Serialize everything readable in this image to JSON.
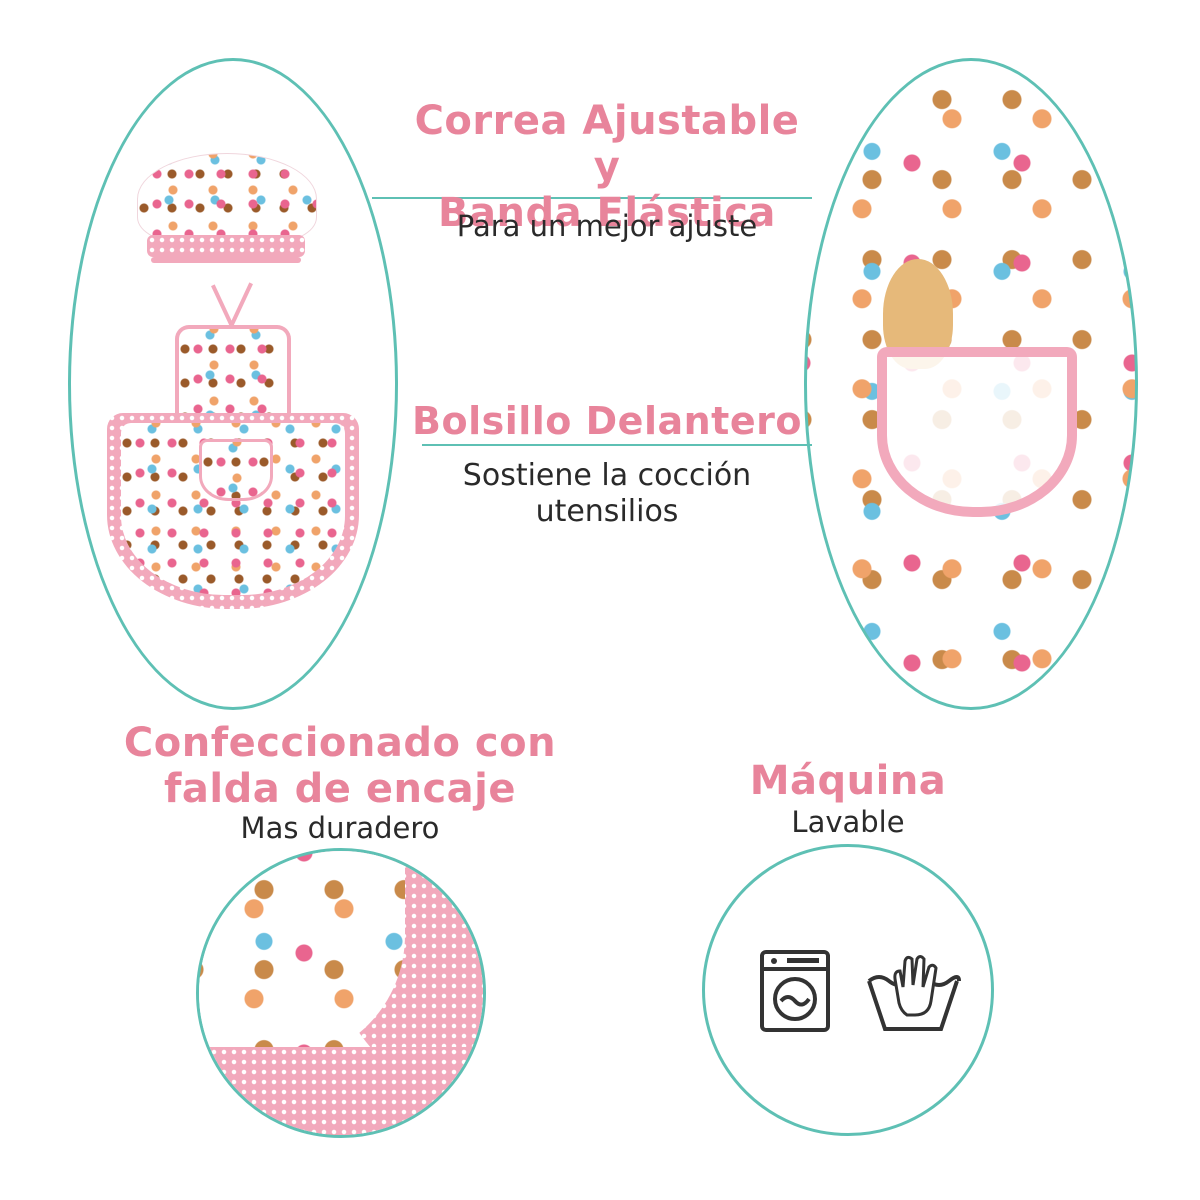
{
  "features": [
    {
      "title_lines": [
        "Correa Ajustable y",
        "Banda Elástica"
      ],
      "subtitle_lines": [
        "Para un mejor ajuste"
      ]
    },
    {
      "title_lines": [
        "Bolsillo Delantero"
      ],
      "subtitle_lines": [
        "Sostiene la cocción",
        "utensilios"
      ]
    },
    {
      "title_lines": [
        "Confeccionado con",
        "falda de encaje"
      ],
      "subtitle_lines": [
        "Mas duradero"
      ]
    },
    {
      "title_lines": [
        "Máquina"
      ],
      "subtitle_lines": [
        "Lavable"
      ]
    }
  ],
  "icons": [
    "washing-machine-icon",
    "hand-wash-icon"
  ],
  "colors": {
    "title": "#e8849b",
    "accent_line": "#5ec0b4",
    "text": "#2a2a2a",
    "trim": "#f2a9bc"
  }
}
